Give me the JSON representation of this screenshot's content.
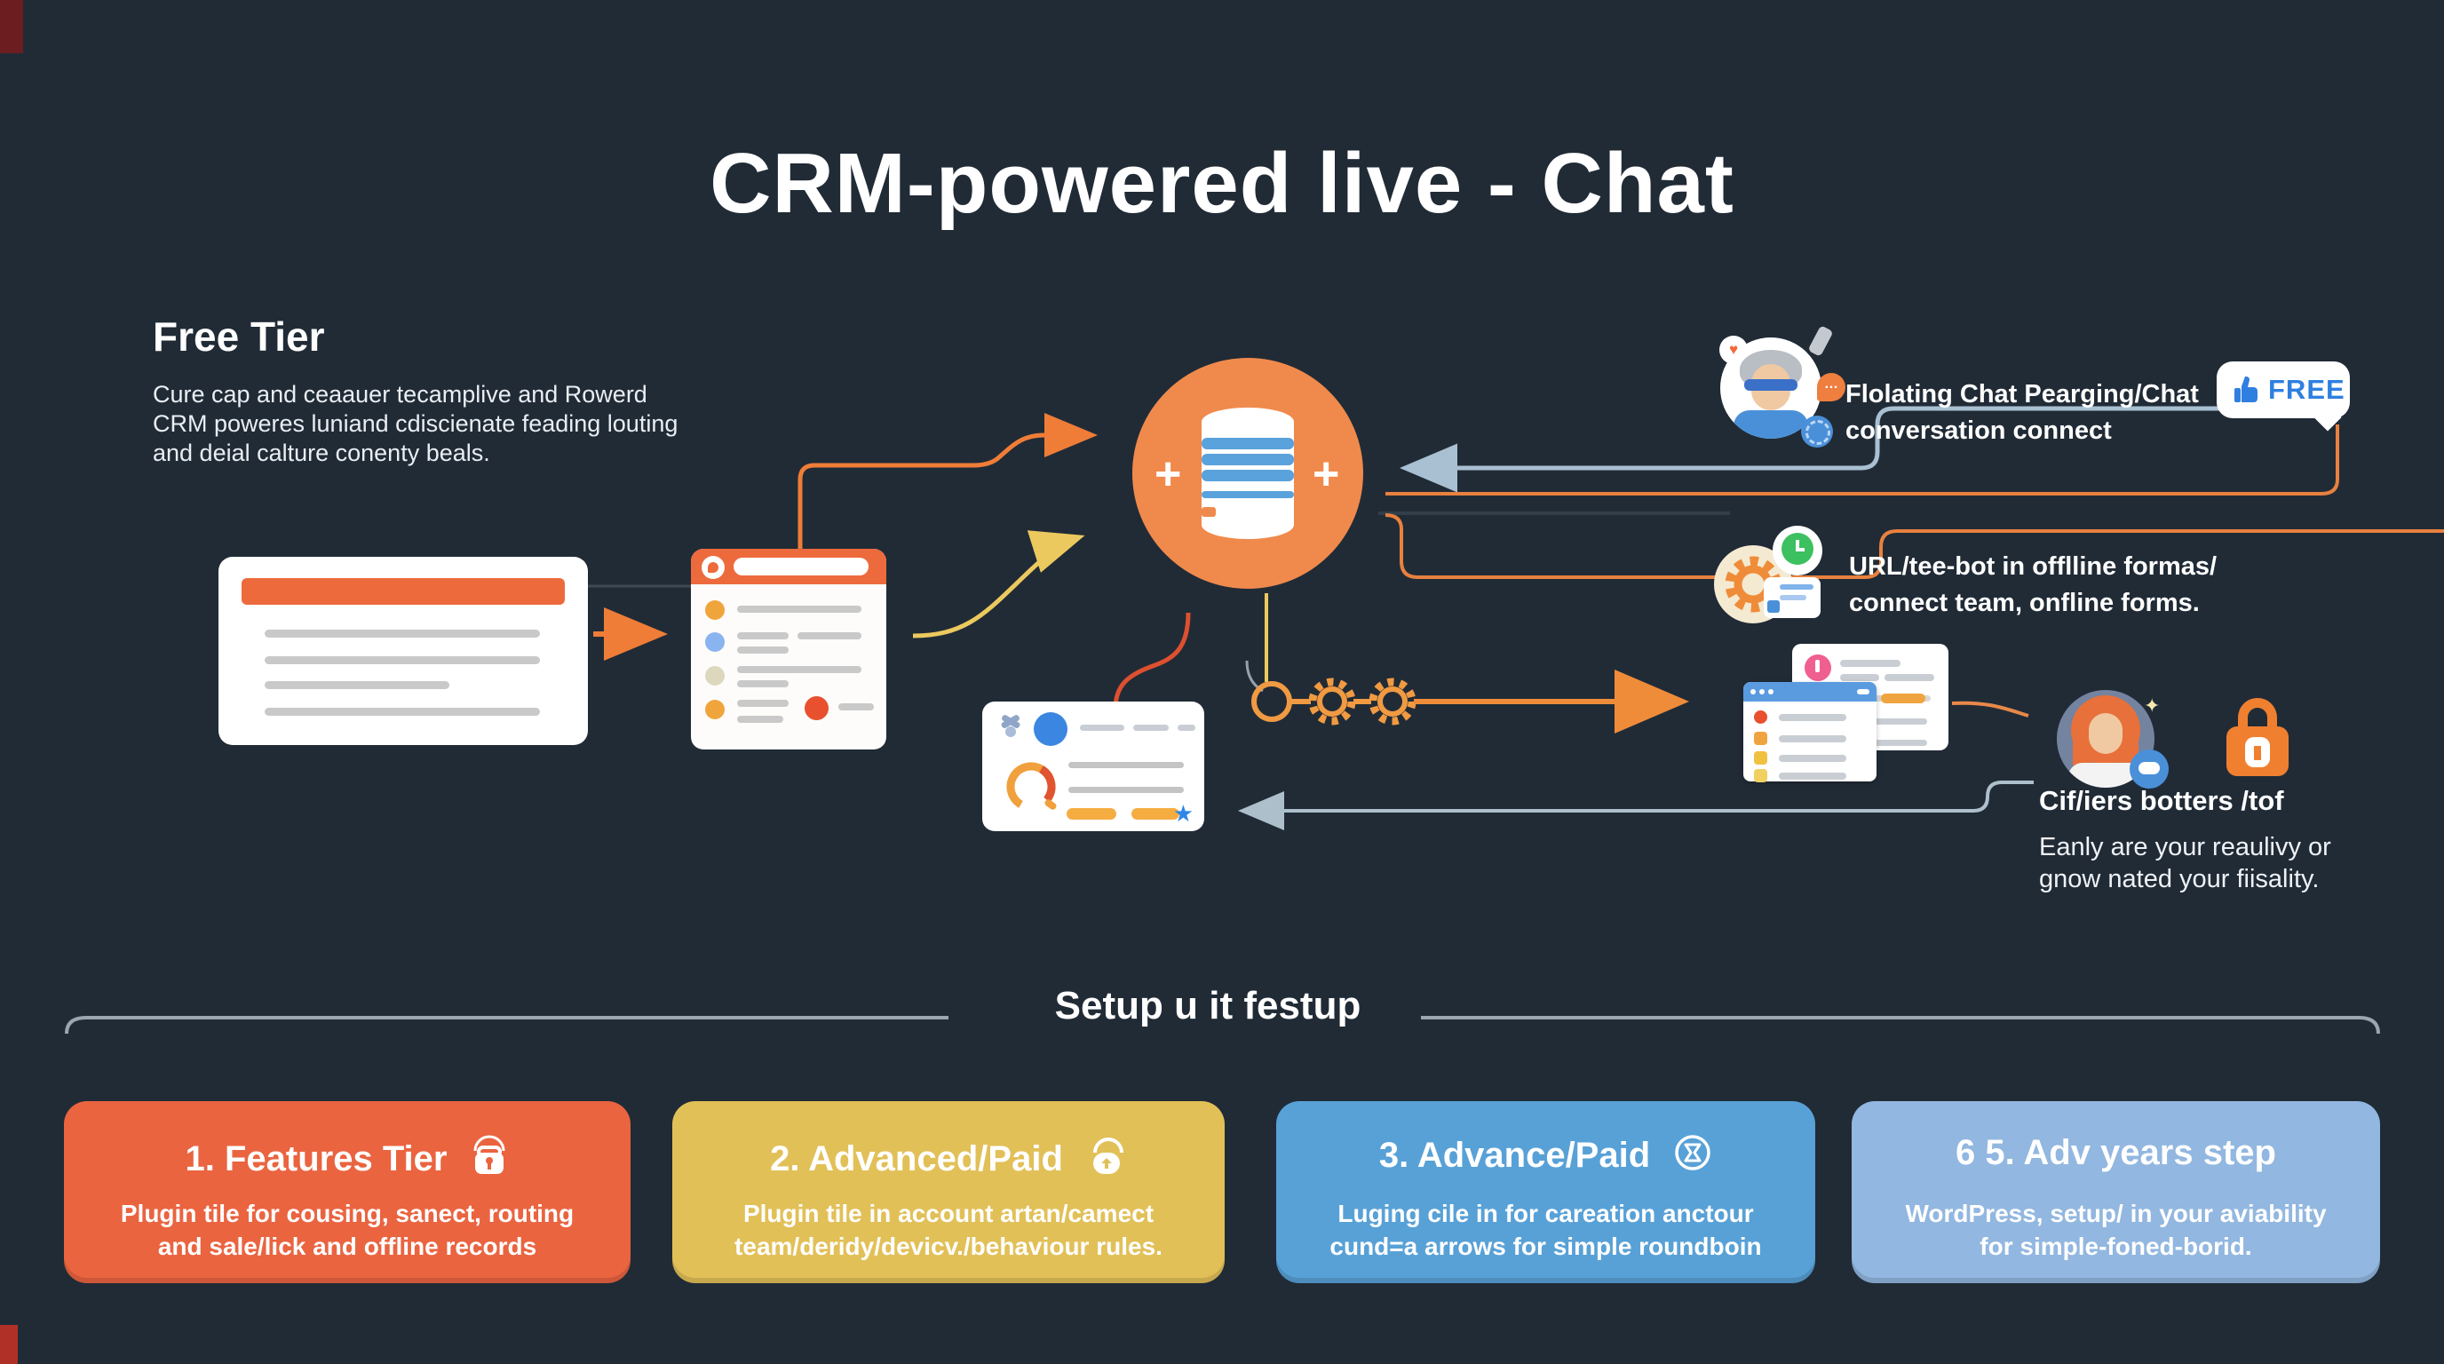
{
  "page": {
    "title": "CRM-powered live - Chat"
  },
  "free_tier": {
    "heading": "Free Tier",
    "line1": "Cure cap and ceaauer tecamplive and Rowerd",
    "line2": "CRM poweres luniand cdiscienate feading louting",
    "line3": "and deial calture conenty beals."
  },
  "diagram": {
    "plus_left": "+",
    "plus_right": "+"
  },
  "annotations": {
    "floating_chat": {
      "line1": "Flolating Chat Pearging/Chat",
      "line2": "conversation connect"
    },
    "free_badge_label": "FREE",
    "url_bot": {
      "line1": "URL/tee-bot in offlline formas/",
      "line2": "connect team, onfline forms."
    },
    "cifiers": {
      "heading": "Cif/iers botters /tof",
      "line1": "Eanly are your reaulivy or",
      "line2": "gnow nated your fiisality."
    }
  },
  "setup": {
    "heading": "Setup u it festup",
    "cards": [
      {
        "title": "1. Features Tier",
        "icon": "lock",
        "color": "#ea6440",
        "body_line1": "Plugin tile for cousing, sanect, routing",
        "body_line2": "and sale/lick and offline records"
      },
      {
        "title": "2. Advanced/Paid",
        "icon": "lock-open",
        "color": "#e2c058",
        "body_line1": "Plugin tile in account artan/camect",
        "body_line2": "team/deridy/devicv./behaviour rules."
      },
      {
        "title": "3. Advance/Paid",
        "icon": "hourglass-circle",
        "color": "#58a1d7",
        "body_line1": "Luging cile in for careation anctour",
        "body_line2": "cund=a arrows for simple roundboin"
      },
      {
        "title": "6 5. Adv years step",
        "icon": "none",
        "color": "#92b7e0",
        "body_line1": "WordPress, setup/ in your aviability",
        "body_line2": "for simple-foned-borid."
      }
    ]
  },
  "colors": {
    "background": "#212b36",
    "accent_orange": "#ed6a3d",
    "circle_orange": "#f08a4c",
    "wire_yellow": "#ecc95e",
    "wire_bluegray": "#a9c0d2",
    "badge_blue": "#2f7fe0",
    "db_stripe_blue": "#5aa2dc"
  }
}
